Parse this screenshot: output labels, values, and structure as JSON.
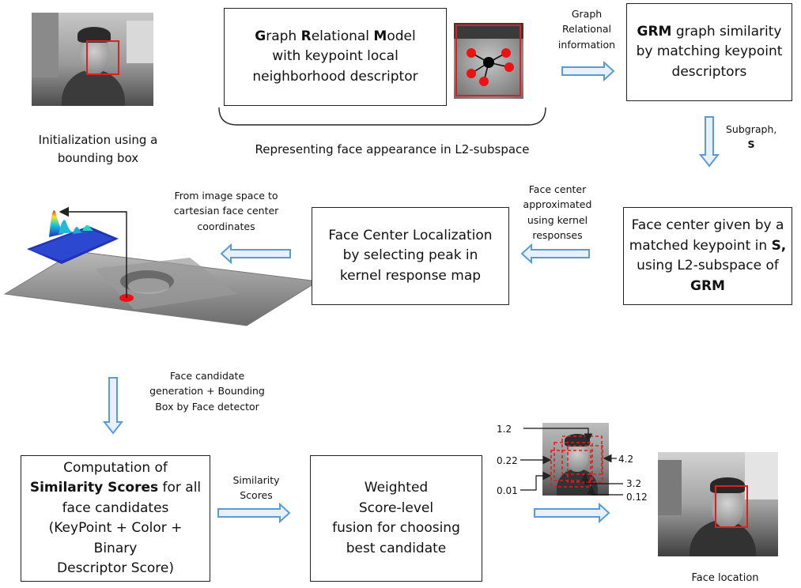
{
  "images": {
    "init_caption": "Initialization using a bounding box",
    "final_caption": "Face location"
  },
  "boxes": {
    "grm": {
      "line1": [
        "G",
        "raph ",
        "R",
        "elational ",
        "M",
        "odel"
      ],
      "line2": "with keypoint local",
      "line3": "neighborhood descriptor"
    },
    "grm_similarity": {
      "bold": "GRM",
      "rest1": " graph similarity",
      "line2": "by matching keypoint",
      "line3": "descriptors"
    },
    "face_center_given": {
      "line1": "Face center given by a",
      "line2a": "matched keypoint in ",
      "line2b": "S,",
      "line3": "using L2-subspace of",
      "line4": "GRM"
    },
    "face_center_localization": {
      "line1": "Face Center Localization",
      "line2": "by selecting peak in",
      "line3": "kernel response map"
    },
    "similarity_computation": {
      "line1": "Computation of",
      "line2a": "Similarity Scores",
      "line2b": " for all",
      "line3": "face candidates",
      "line4": "(KeyPoint + Color + Binary",
      "line5": "Descriptor Score)"
    },
    "fusion": {
      "line1": "Weighted",
      "line2": "Score-level",
      "line3": "fusion for choosing",
      "line4": "best candidate"
    }
  },
  "labels": {
    "representing": "Representing face appearance in L2-subspace",
    "graph_relational": [
      "Graph",
      "Relational",
      "information"
    ],
    "subgraph": [
      "Subgraph,",
      "S"
    ],
    "face_center_approx": [
      "Face center",
      "approximated",
      "using kernel",
      "responses"
    ],
    "image_to_cartesian": [
      "From image space to",
      "cartesian face center",
      "coordinates"
    ],
    "candidate_generation": [
      "Face candidate",
      "generation + Bounding",
      "Box by Face detector"
    ],
    "similarity_scores": [
      "Similarity",
      "Scores"
    ]
  },
  "candidate_scores": [
    "1.2",
    "0.22",
    "0.01",
    "4.2",
    "3.2",
    "0.12"
  ],
  "colors": {
    "arrow_blue": "#5b9bd5",
    "bbox_red": "#e01e1e",
    "node_red": "#ee1111",
    "line": "#222222"
  }
}
